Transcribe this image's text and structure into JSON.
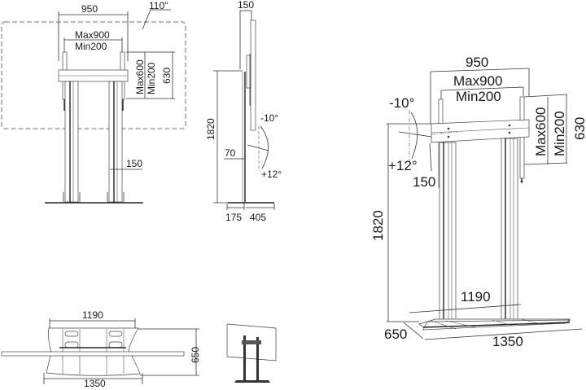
{
  "front_view": {
    "width_950": "950",
    "screen_size": "110\"",
    "vesa_h_max": "Max900",
    "vesa_h_min": "Min200",
    "vesa_v_max": "Max600",
    "vesa_v_min": "Min200",
    "bracket_height": "630",
    "post_dim": "150"
  },
  "side_view": {
    "depth_top": "150",
    "height": "1820",
    "tilt_up": "-10°",
    "tilt_down": "+12°",
    "post_depth": "70",
    "base_front": "175",
    "base_back": "405"
  },
  "iso_view": {
    "width_950": "950",
    "vesa_h_max": "Max900",
    "vesa_h_min": "Min200",
    "vesa_v_max": "Max600",
    "vesa_v_min": "Min200",
    "bracket_height": "630",
    "tilt_up": "-10°",
    "tilt_down": "+12°",
    "depth": "150",
    "height": "1820",
    "inner_width": "1190",
    "base_depth": "650",
    "base_width": "1350"
  },
  "top_view": {
    "inner_width": "1190",
    "base_width": "1350",
    "base_depth": "650"
  }
}
